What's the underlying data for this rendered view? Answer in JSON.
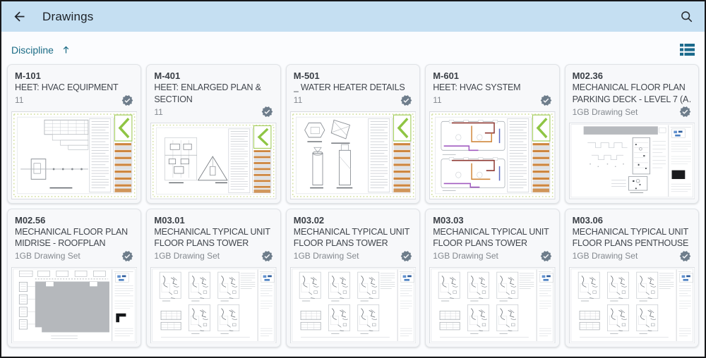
{
  "app_bar": {
    "title": "Drawings",
    "back_icon": "arrow-left",
    "search_icon": "magnifier",
    "bg_color": "#c5dff2"
  },
  "toolbar": {
    "sort_label": "Discipline",
    "sort_direction_icon": "arrow-up",
    "view_toggle_icon": "list-view",
    "accent_color": "#1a6b85"
  },
  "colors": {
    "badge_gray": "#6e7d8b",
    "card_border": "#e0e3e7",
    "thumb_orange": "#cd8640",
    "thumb_green": "#8fc544"
  },
  "cards": [
    {
      "number": "M-101",
      "title_lines": [
        "HEET: HVAC EQUIPMENT"
      ],
      "meta": "11",
      "synced_icon": "verified-check",
      "thumb": "m101"
    },
    {
      "number": "M-401",
      "title_lines": [
        "HEET: ENLARGED PLAN &",
        "SECTION"
      ],
      "meta": "11",
      "synced_icon": "verified-check",
      "thumb": "m401"
    },
    {
      "number": "M-501",
      "title_lines": [
        "_ WATER HEATER DETAILS"
      ],
      "meta": "11",
      "synced_icon": "verified-check",
      "thumb": "m501"
    },
    {
      "number": "M-601",
      "title_lines": [
        "HEET: HVAC SYSTEM"
      ],
      "meta": "11",
      "synced_icon": "verified-check",
      "thumb": "m601"
    },
    {
      "number": "M02.36",
      "title_lines": [
        "MECHANICAL FLOOR PLAN",
        "PARKING DECK - LEVEL 7 (A…"
      ],
      "meta": "1GB Drawing Set",
      "synced_icon": "verified-check",
      "thumb": "parking"
    },
    {
      "number": "M02.56",
      "title_lines": [
        "MECHANICAL FLOOR PLAN",
        "MIDRISE - ROOFPLAN"
      ],
      "meta": "1GB Drawing Set",
      "synced_icon": "verified-check",
      "thumb": "roof"
    },
    {
      "number": "M03.01",
      "title_lines": [
        "MECHANICAL TYPICAL UNIT",
        "FLOOR PLANS TOWER"
      ],
      "meta": "1GB Drawing Set",
      "synced_icon": "verified-check",
      "thumb": "units"
    },
    {
      "number": "M03.02",
      "title_lines": [
        "MECHANICAL TYPICAL UNIT",
        "FLOOR PLANS TOWER"
      ],
      "meta": "1GB Drawing Set",
      "synced_icon": "verified-check",
      "thumb": "units"
    },
    {
      "number": "M03.03",
      "title_lines": [
        "MECHANICAL TYPICAL UNIT",
        "FLOOR PLANS TOWER"
      ],
      "meta": "1GB Drawing Set",
      "synced_icon": "verified-check",
      "thumb": "units"
    },
    {
      "number": "M03.06",
      "title_lines": [
        "MECHANICAL TYPICAL UNIT",
        "FLOOR PLANS PENTHOUSE"
      ],
      "meta": "1GB Drawing Set",
      "synced_icon": "verified-check",
      "thumb": "units"
    }
  ]
}
